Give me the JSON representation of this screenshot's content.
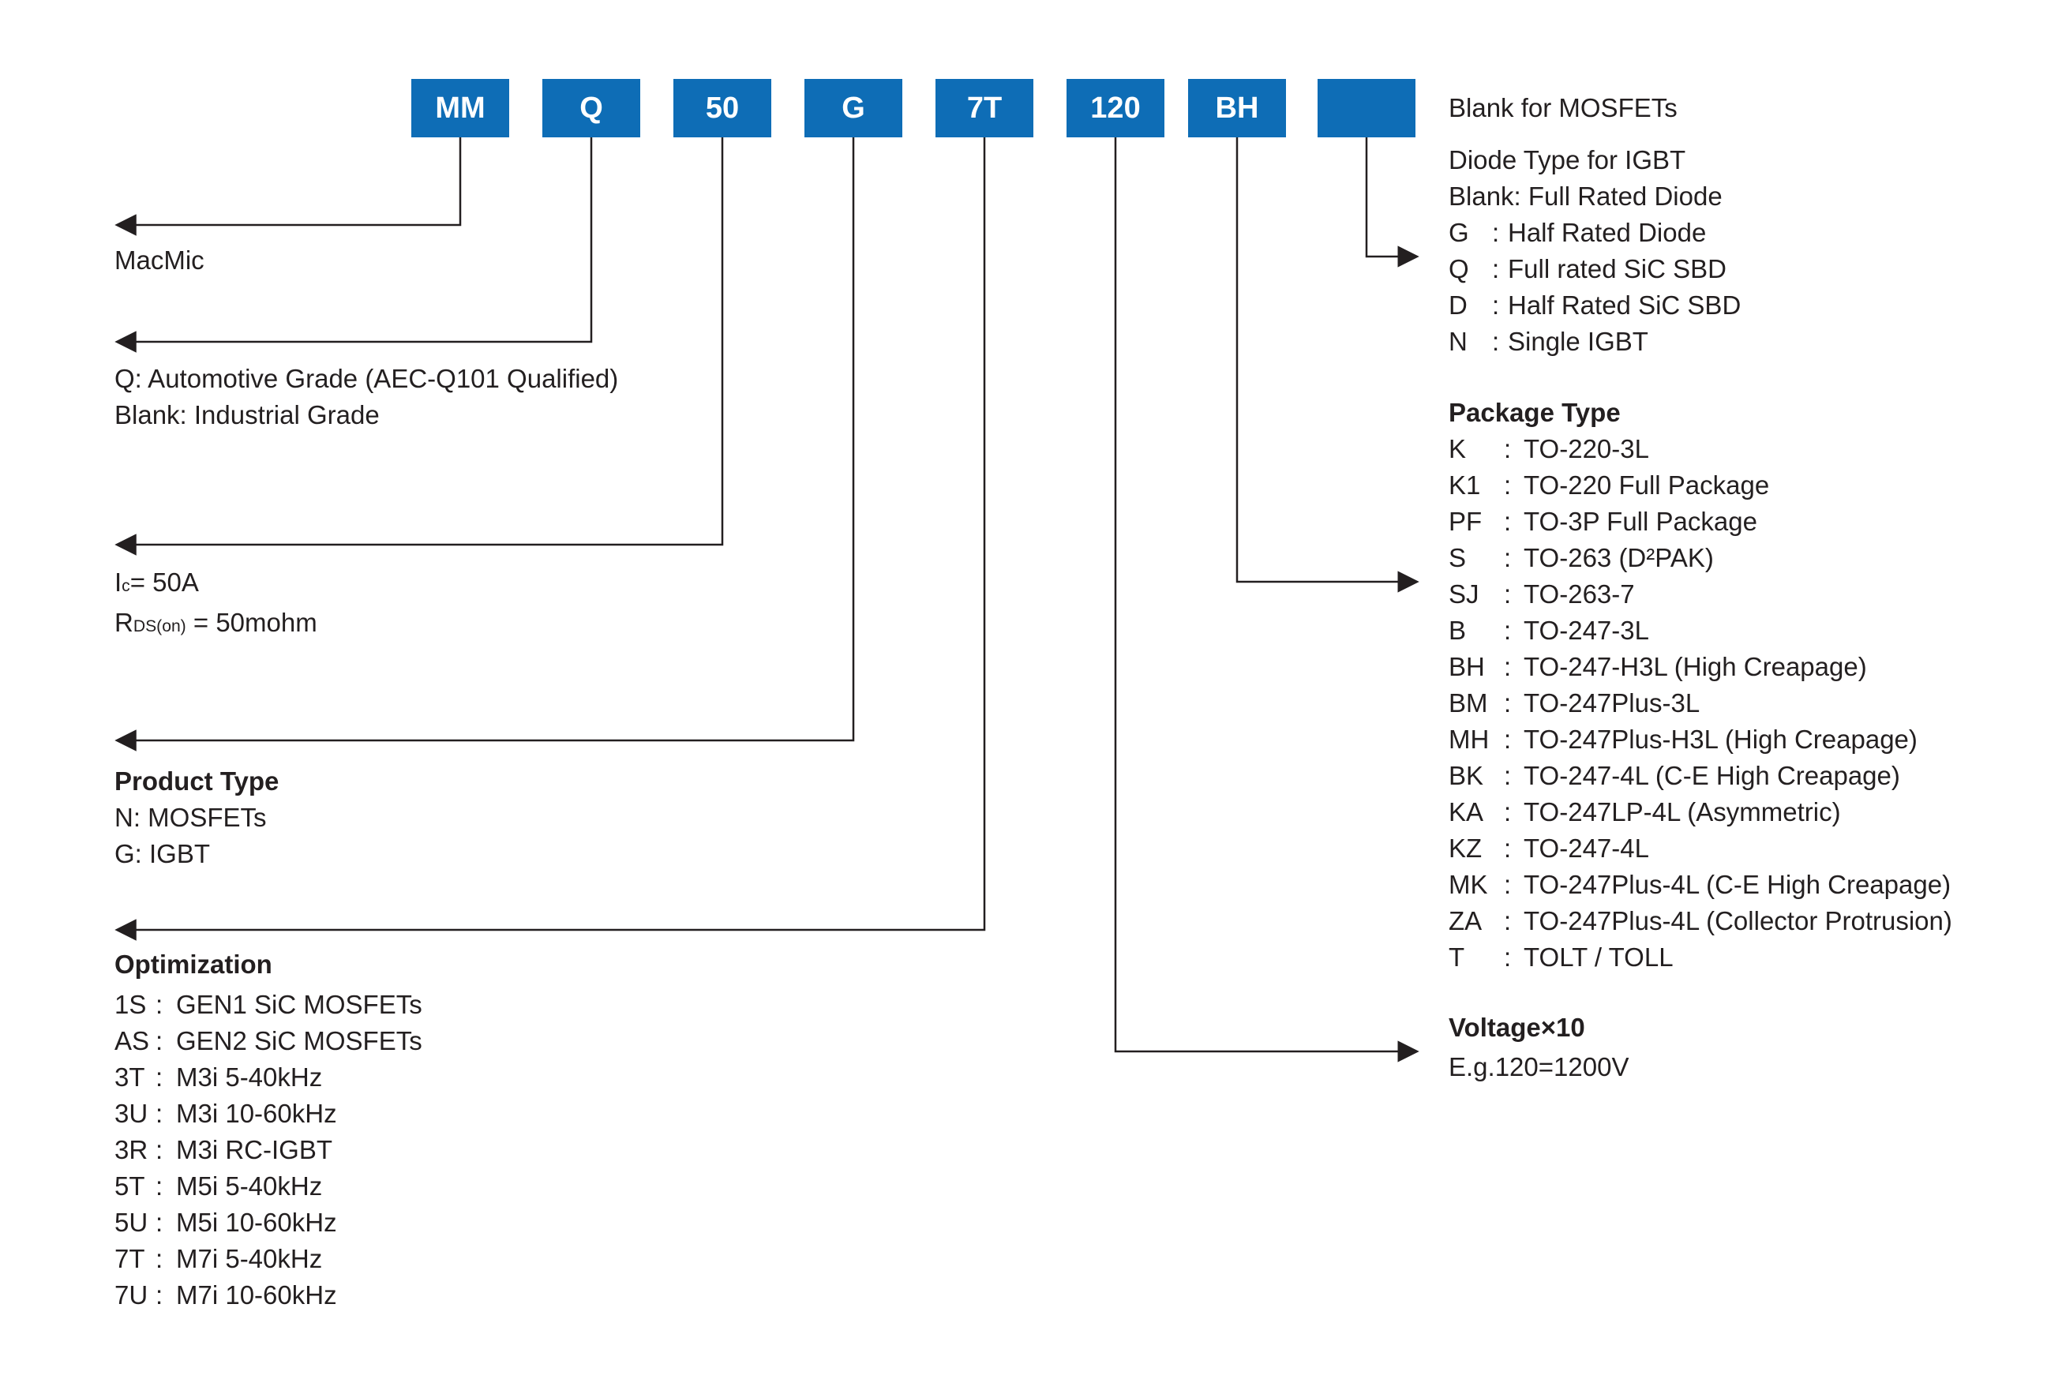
{
  "colors": {
    "box_blue": "#0e6db6",
    "ink": "#231f20"
  },
  "part_code": {
    "segments": [
      "MM",
      "Q",
      "50",
      "G",
      "7T",
      "120",
      "BH",
      ""
    ]
  },
  "left": {
    "brand": "MacMic",
    "grade_line1": "Q: Automotive Grade (AEC-Q101 Qualified)",
    "grade_line2": "Blank: Industrial Grade",
    "current_rating": {
      "i_base": "I",
      "i_sub": "c",
      "i_rest": "= 50A",
      "r_base": "R",
      "r_sub": "DS(on)",
      "r_rest": " = 50mohm"
    },
    "product_type": {
      "title": "Product Type",
      "items": [
        "N: MOSFETs",
        "G: IGBT"
      ]
    },
    "optimization": {
      "title": "Optimization",
      "items": [
        {
          "k": "1S",
          "c": ":",
          "v": "GEN1 SiC MOSFETs"
        },
        {
          "k": "AS",
          "c": ":",
          "v": "GEN2 SiC MOSFETs"
        },
        {
          "k": "3T",
          "c": ":",
          "v": "M3i 5-40kHz"
        },
        {
          "k": "3U",
          "c": ":",
          "v": "M3i 10-60kHz"
        },
        {
          "k": "3R",
          "c": ":",
          "v": "M3i RC-IGBT"
        },
        {
          "k": "5T",
          "c": ":",
          "v": "M5i 5-40kHz"
        },
        {
          "k": "5U",
          "c": ":",
          "v": "M5i 10-60kHz"
        },
        {
          "k": "7T",
          "c": ":",
          "v": "M7i 5-40kHz"
        },
        {
          "k": "7U",
          "c": ":",
          "v": "M7i 10-60kHz"
        }
      ]
    }
  },
  "right": {
    "mosfet_note": "Blank for MOSFETs",
    "diode_type": {
      "title": "Diode Type for IGBT",
      "subtitle": "Blank: Full Rated Diode",
      "items": [
        {
          "k": "G",
          "c": ":",
          "v": "Half Rated Diode"
        },
        {
          "k": "Q",
          "c": ":",
          "v": "Full rated SiC SBD"
        },
        {
          "k": "D",
          "c": ":",
          "v": "Half Rated SiC SBD"
        },
        {
          "k": "N",
          "c": ":",
          "v": "Single IGBT"
        }
      ]
    },
    "package_type": {
      "title": "Package Type",
      "items": [
        {
          "k": "K",
          "c": ":",
          "v": "TO-220-3L"
        },
        {
          "k": "K1",
          "c": ":",
          "v": "TO-220 Full Package"
        },
        {
          "k": "PF",
          "c": ":",
          "v": "TO-3P Full Package"
        },
        {
          "k": "S",
          "c": ":",
          "v": "TO-263 (D²PAK)"
        },
        {
          "k": "SJ",
          "c": ":",
          "v": "TO-263-7"
        },
        {
          "k": "B",
          "c": ":",
          "v": "TO-247-3L"
        },
        {
          "k": "BH",
          "c": ":",
          "v": "TO-247-H3L (High Creapage)"
        },
        {
          "k": "BM",
          "c": ":",
          "v": "TO-247Plus-3L"
        },
        {
          "k": "MH",
          "c": ":",
          "v": "TO-247Plus-H3L (High Creapage)"
        },
        {
          "k": "BK",
          "c": ":",
          "v": "TO-247-4L (C-E High Creapage)"
        },
        {
          "k": "KA",
          "c": ":",
          "v": "TO-247LP-4L (Asymmetric)"
        },
        {
          "k": "KZ",
          "c": ":",
          "v": "TO-247-4L"
        },
        {
          "k": "MK",
          "c": ":",
          "v": "TO-247Plus-4L (C-E High Creapage)"
        },
        {
          "k": "ZA",
          "c": ":",
          "v": "TO-247Plus-4L (Collector Protrusion)"
        },
        {
          "k": "T",
          "c": ":",
          "v": "TOLT / TOLL"
        }
      ]
    },
    "voltage": {
      "title": "Voltage×10",
      "example": "E.g.120=1200V"
    }
  }
}
